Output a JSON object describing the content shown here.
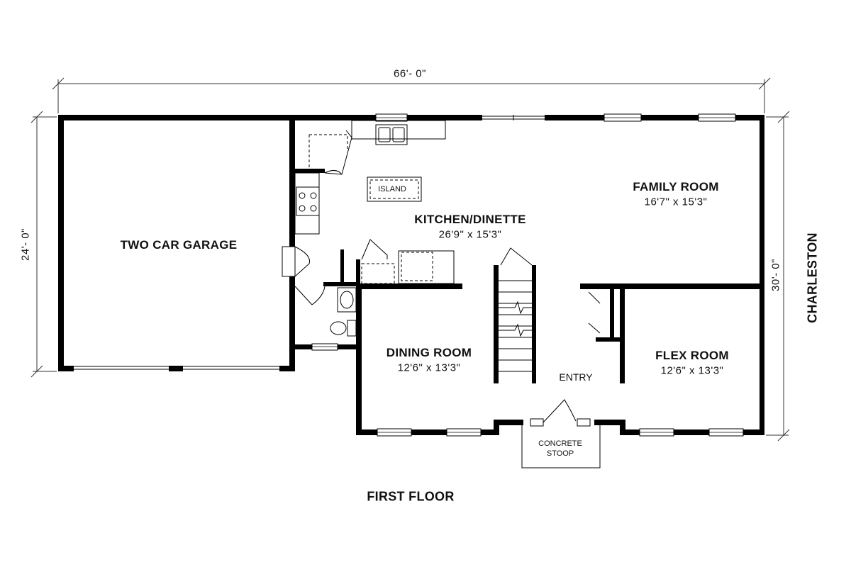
{
  "overall": {
    "width_label": "66'- 0\"",
    "left_depth_label": "24'- 0\"",
    "right_depth_label": "30'- 0\""
  },
  "model_name": "CHARLESTON",
  "floor_title": "FIRST FLOOR",
  "rooms": {
    "garage": {
      "name": "TWO CAR GARAGE"
    },
    "kitchen": {
      "name": "KITCHEN/DINETTE",
      "size": "26'9\" x 15'3\""
    },
    "family": {
      "name": "FAMILY ROOM",
      "size": "16'7\" x 15'3\""
    },
    "dining": {
      "name": "DINING ROOM",
      "size": "12'6\" x 13'3\""
    },
    "flex": {
      "name": "FLEX ROOM",
      "size": "12'6\" x 13'3\""
    },
    "entry": {
      "name": "ENTRY"
    }
  },
  "fixtures": {
    "island": "ISLAND",
    "stoop_line1": "CONCRETE",
    "stoop_line2": "STOOP"
  },
  "colors": {
    "wall": "#000000",
    "line": "#333333",
    "background": "#ffffff"
  }
}
